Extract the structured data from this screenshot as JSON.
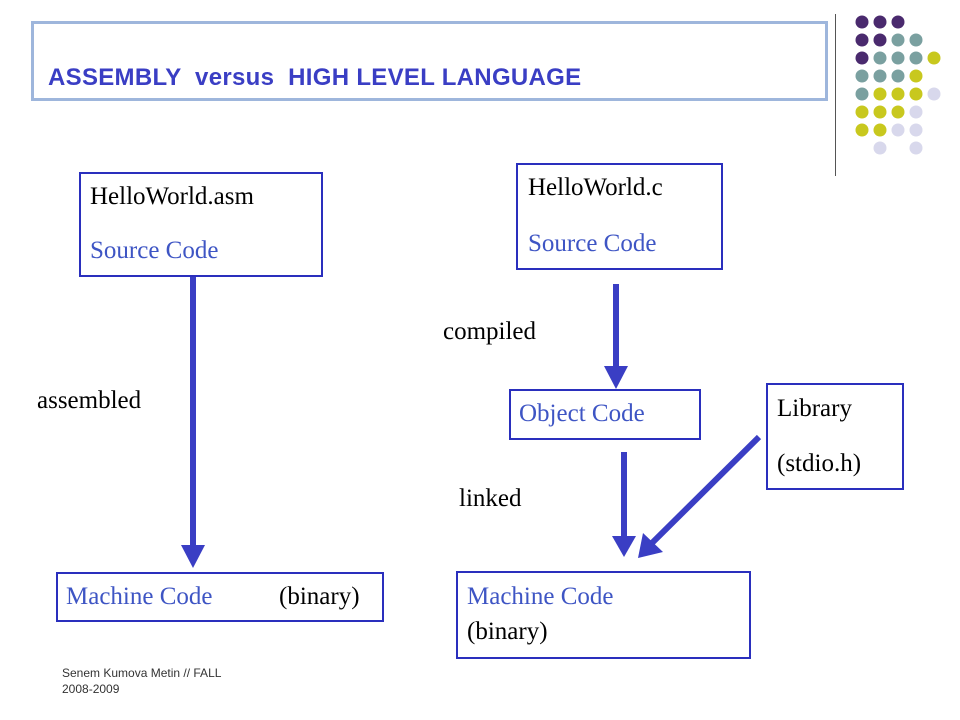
{
  "title": "ASSEMBLY  versus  HIGH LEVEL LANGUAGE",
  "asm_source": {
    "filename": "HelloWorld.asm",
    "kind": "Source Code"
  },
  "c_source": {
    "filename": "HelloWorld.c",
    "kind": "Source Code"
  },
  "object_code": "Object Code",
  "library": {
    "name": "Library",
    "header": "(stdio.h)"
  },
  "machine_code_left": {
    "label": "Machine Code",
    "note": "(binary)"
  },
  "machine_code_right": {
    "label": "Machine Code",
    "note": "(binary)"
  },
  "edges": {
    "assembled": "assembled",
    "compiled": "compiled",
    "linked": "linked"
  },
  "footer": {
    "line1": "Senem Kumova Metin // FALL",
    "line2": "2008-2009"
  },
  "colors": {
    "arrow": "#3a3ec4",
    "box_border": "#2a2fbd",
    "accent_text": "#3e55c4",
    "title": "#3a3ec4"
  },
  "decor_dot_colors": [
    "#4a2a6e",
    "#7aa0a0",
    "#c8c81e",
    "#d8d8ec"
  ]
}
